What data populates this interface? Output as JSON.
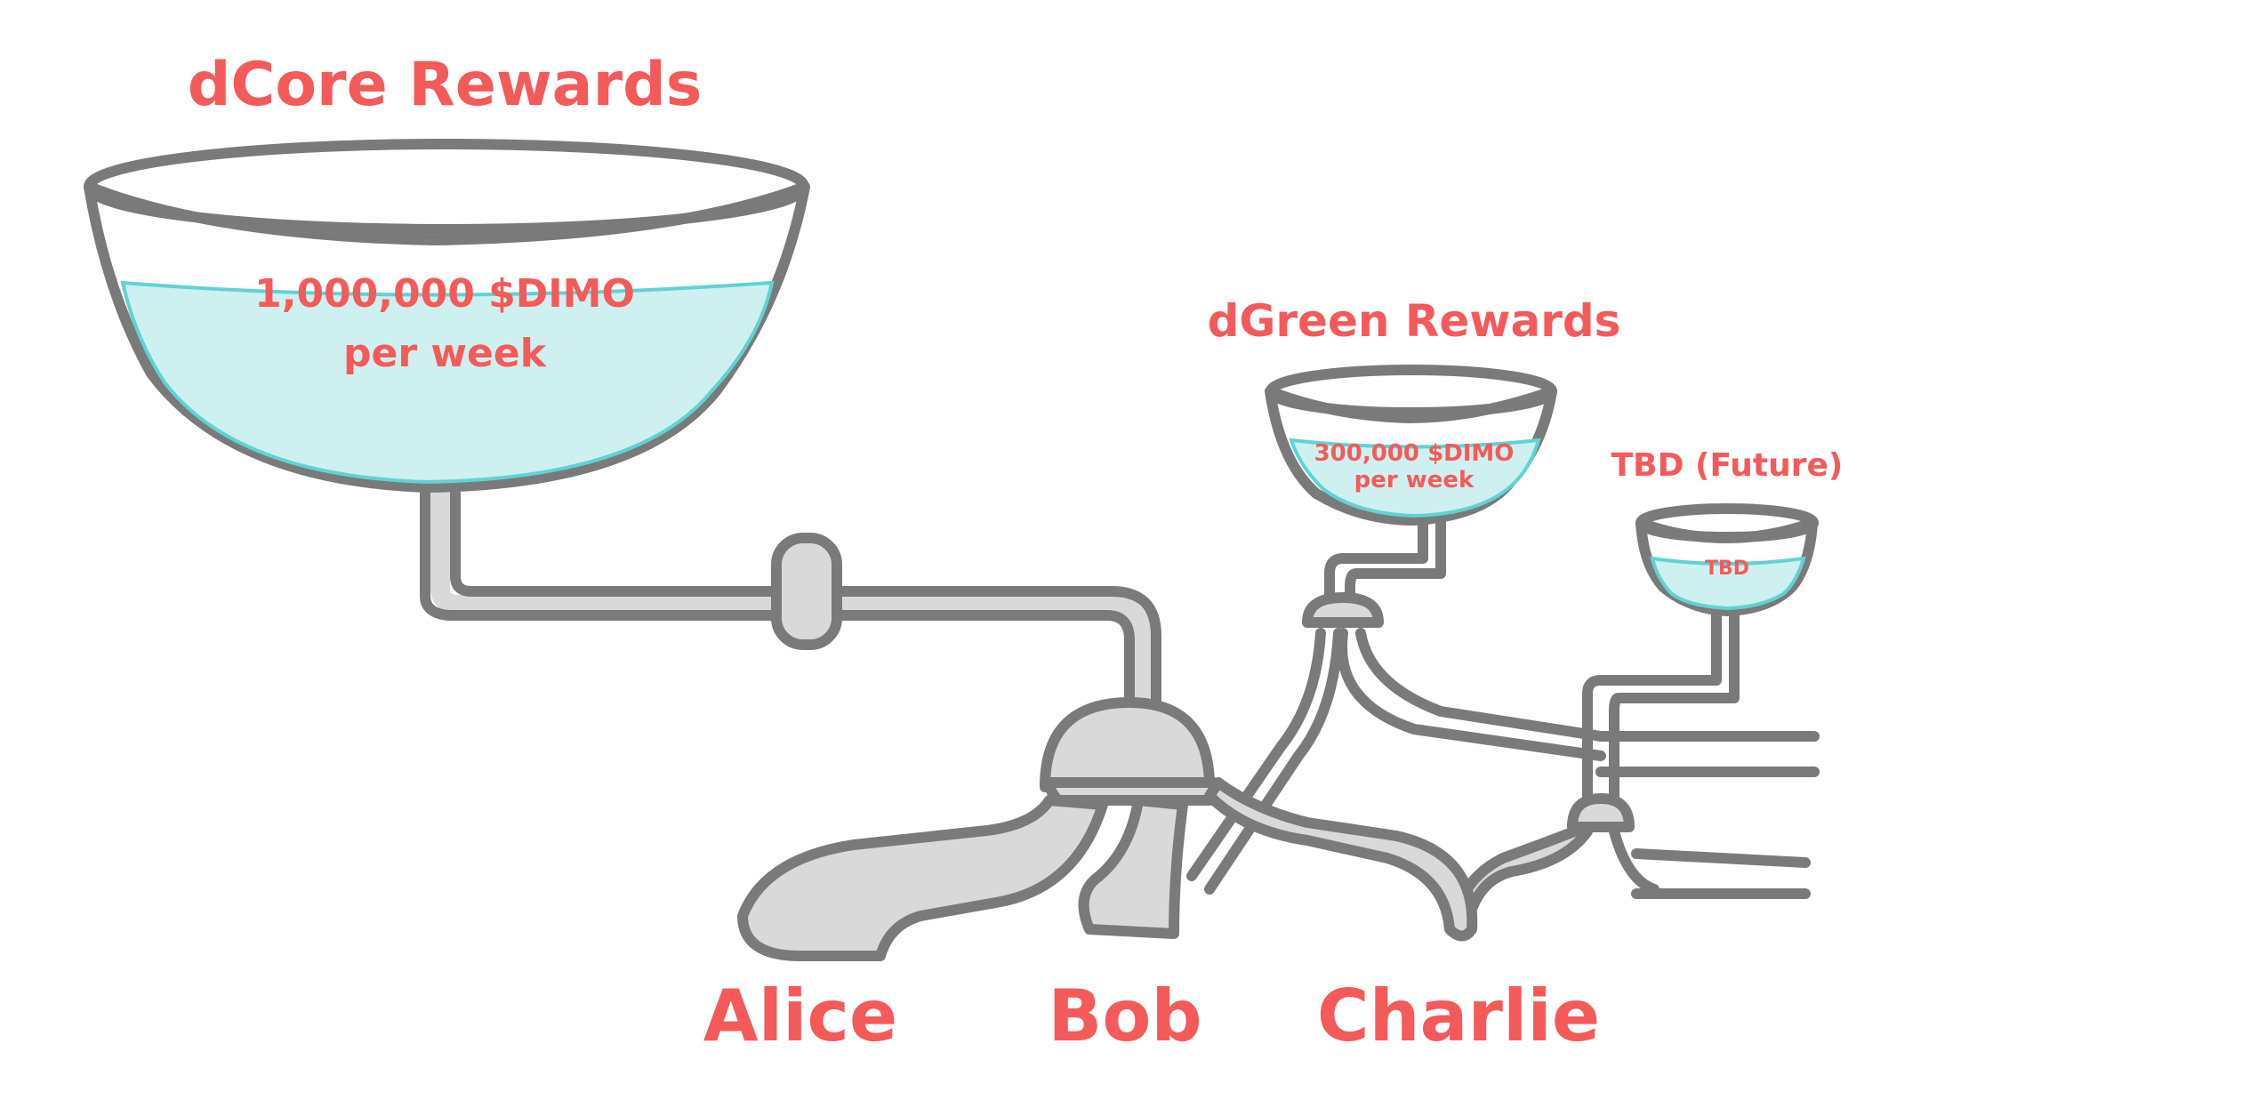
{
  "colors": {
    "text": "#f45a5a",
    "water": "#cff0f0",
    "water_line": "#5fd3d3",
    "pipe_fill": "#d9d9d9",
    "pipe_outline": "#7a7a7a"
  },
  "pools": [
    {
      "title": "dCore Rewards",
      "amount": "1,000,000 $DIMO",
      "period": "per week"
    },
    {
      "title": "dGreen Rewards",
      "amount": "300,000 $DIMO",
      "period": "per week"
    },
    {
      "title": "TBD (Future)",
      "amount": "TBD",
      "period": ""
    }
  ],
  "recipients": [
    "Alice",
    "Bob",
    "Charlie"
  ]
}
